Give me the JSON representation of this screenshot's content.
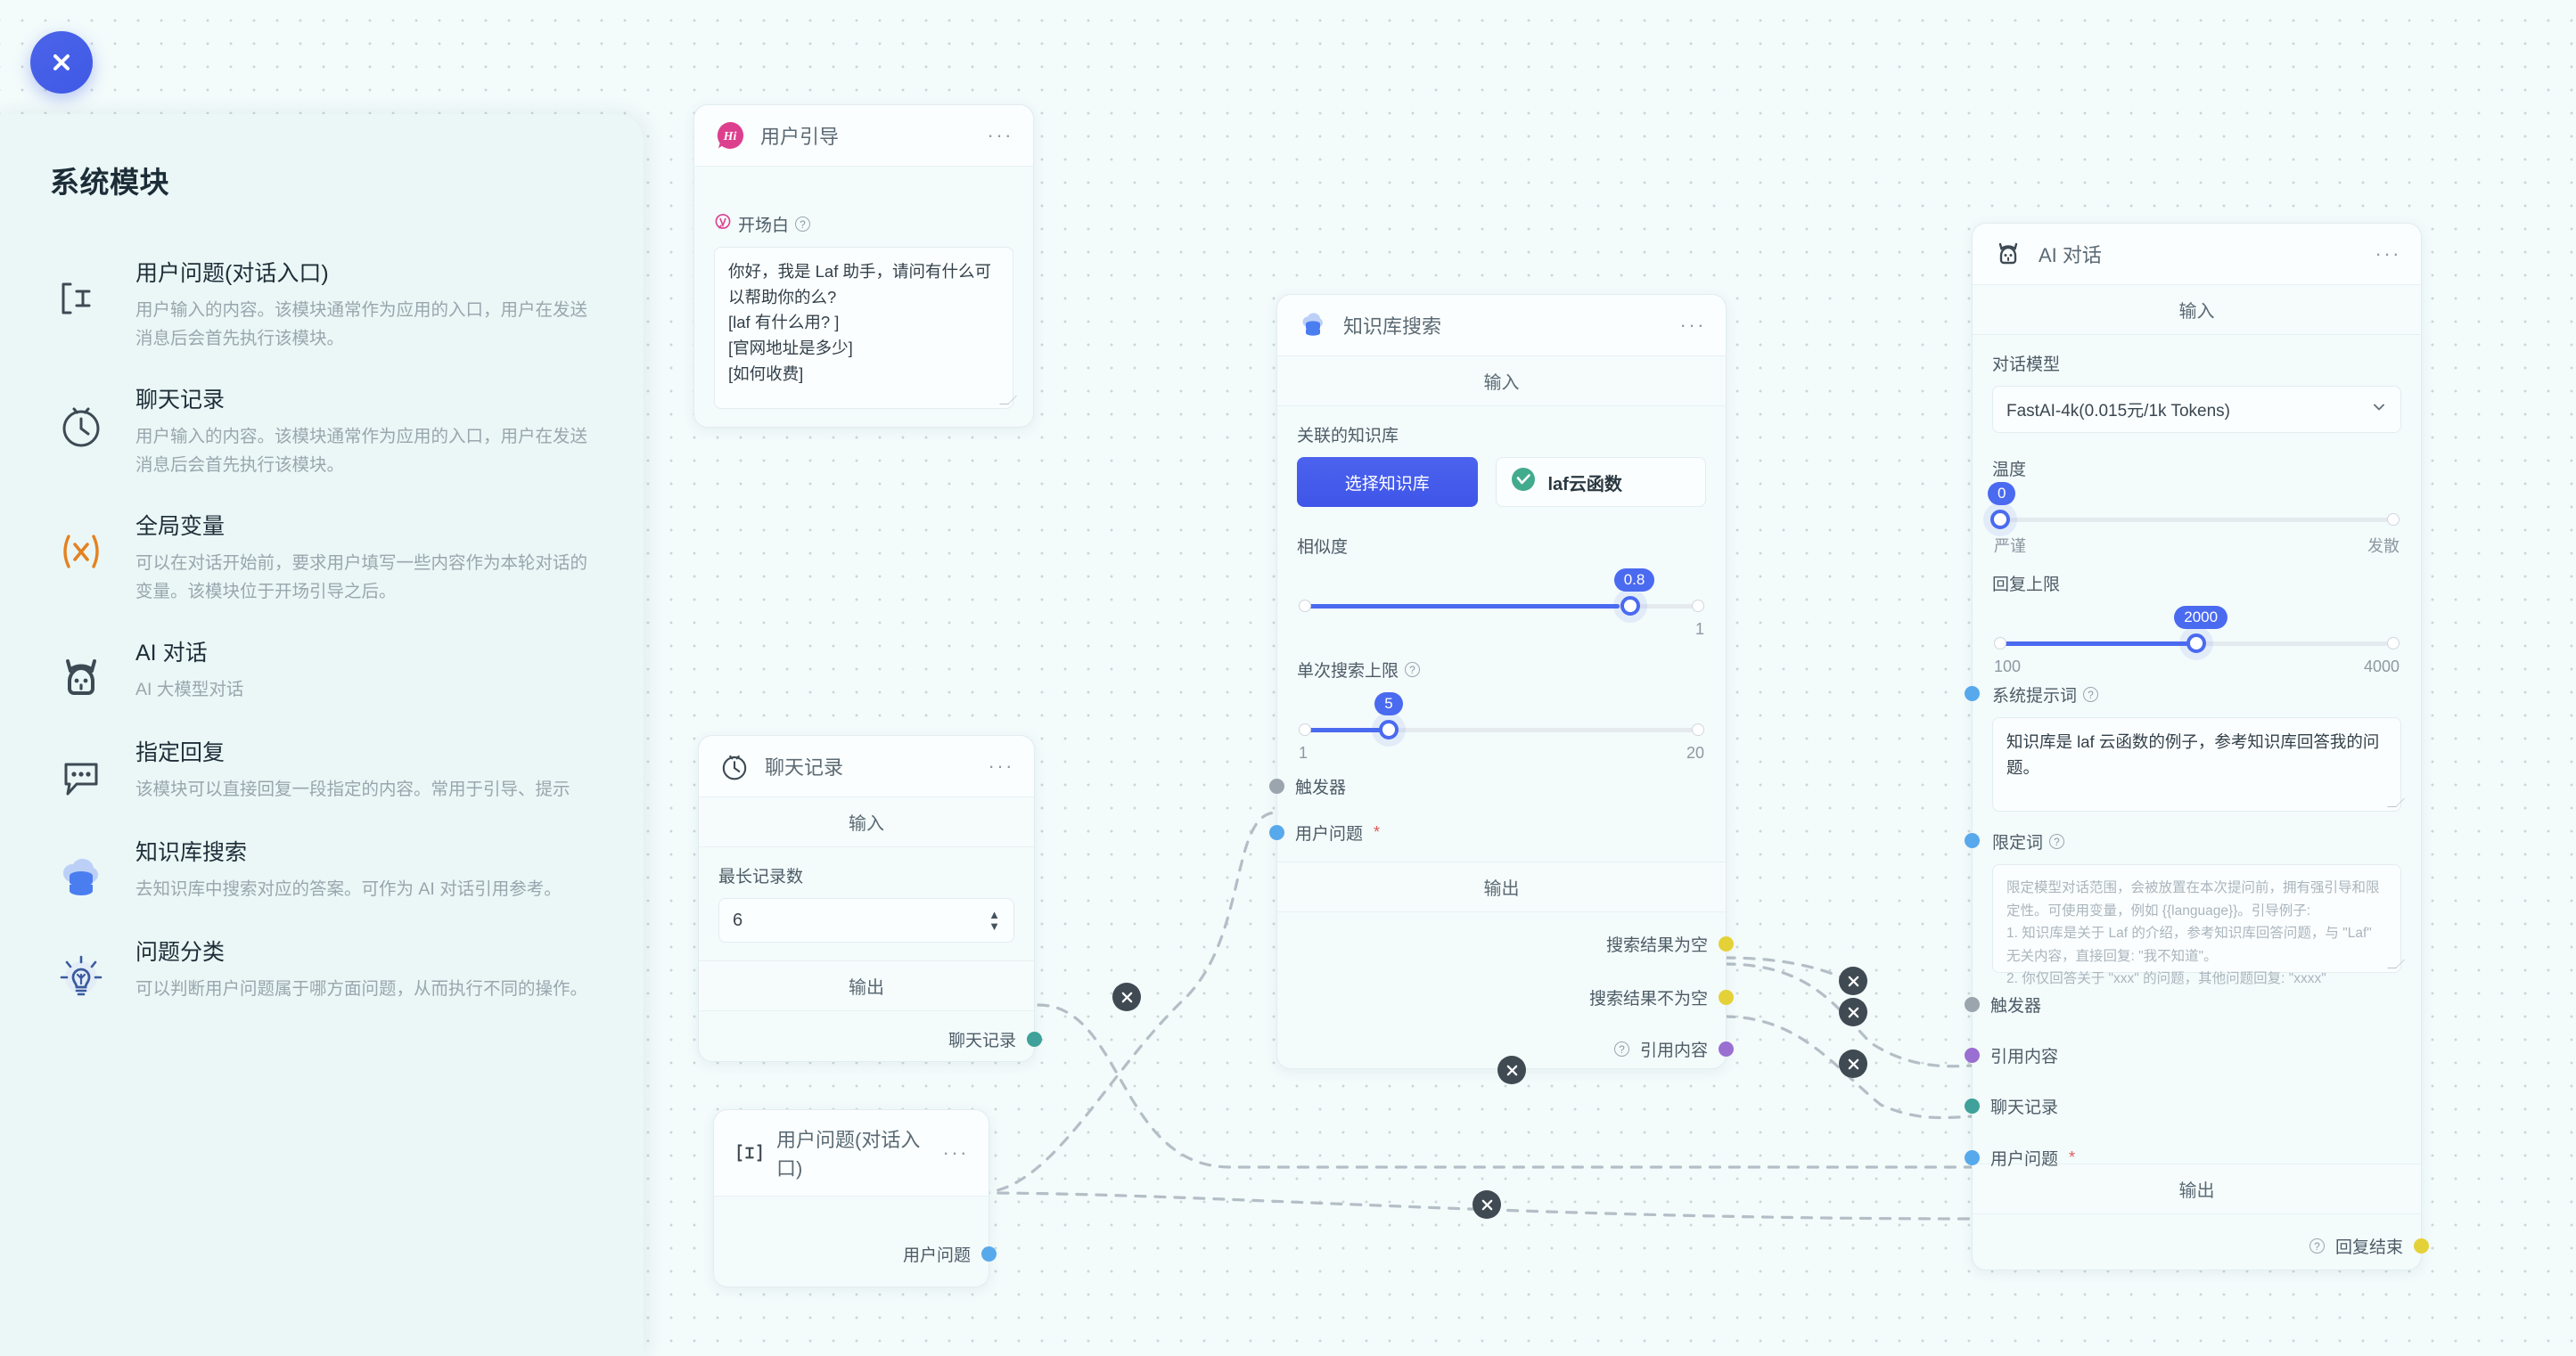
{
  "colors": {
    "accent": "#4a6af0",
    "canvas_bg": "#f3fbfb",
    "panel_bg": "#eaf7f6",
    "port_blue": "#58a9ec",
    "port_grey": "#9aa5ad",
    "port_yellow": "#e4d138",
    "port_purple": "#9a6fd1",
    "port_teal": "#3fa199"
  },
  "sidebar": {
    "title": "系统模块",
    "close_label": "关闭",
    "items": [
      {
        "icon": "text-input-icon",
        "name": "用户问题(对话入口)",
        "desc": "用户输入的内容。该模块通常作为应用的入口，用户在发送消息后会首先执行该模块。"
      },
      {
        "icon": "clock-history-icon",
        "name": "聊天记录",
        "desc": "用户输入的内容。该模块通常作为应用的入口，用户在发送消息后会首先执行该模块。"
      },
      {
        "icon": "variable-x-icon",
        "name": "全局变量",
        "desc": "可以在对话开始前，要求用户填写一些内容作为本轮对话的变量。该模块位于开场引导之后。"
      },
      {
        "icon": "robot-icon",
        "name": "AI 对话",
        "desc": "AI 大模型对话"
      },
      {
        "icon": "chat-bubble-icon",
        "name": "指定回复",
        "desc": "该模块可以直接回复一段指定的内容。常用于引导、提示"
      },
      {
        "icon": "database-cloud-icon",
        "name": "知识库搜索",
        "desc": "去知识库中搜索对应的答案。可作为 AI 对话引用参考。"
      },
      {
        "icon": "lightbulb-icon",
        "name": "问题分类",
        "desc": "可以判断用户问题属于哪方面问题，从而执行不同的操作。"
      }
    ]
  },
  "nodes": {
    "guide": {
      "icon": "hi-badge-icon",
      "title": "用户引导",
      "menu": "···",
      "field_label": "开场白",
      "field_value": "你好，我是 Laf 助手，请问有什么可以帮助你的么?\n[laf 有什么用? ]\n[官网地址是多少]\n[如何收费]"
    },
    "chat_history": {
      "icon": "clock-history-icon",
      "title": "聊天记录",
      "menu": "···",
      "input_section": "输入",
      "max_records_label": "最长记录数",
      "max_records_value": "6",
      "output_section": "输出",
      "output_port": "聊天记录"
    },
    "user_question": {
      "icon": "text-input-icon",
      "title": "用户问题(对话入口)",
      "menu": "···",
      "output_port": "用户问题"
    },
    "kb_search": {
      "icon": "database-cloud-icon",
      "title": "知识库搜索",
      "menu": "···",
      "input_section": "输入",
      "linked_kb_label": "关联的知识库",
      "select_kb_button": "选择知识库",
      "kb_chip": "laf云函数",
      "similarity_label": "相似度",
      "similarity_value": "0.8",
      "similarity_min": "",
      "similarity_max": "1",
      "topk_label": "单次搜索上限",
      "topk_value": "5",
      "topk_min": "1",
      "topk_max": "20",
      "in_ports": [
        {
          "name": "触发器",
          "color": "#9aa5ad",
          "required": false
        },
        {
          "name": "用户问题",
          "color": "#58a9ec",
          "required": true
        }
      ],
      "output_section": "输出",
      "out_ports": [
        {
          "name": "搜索结果为空",
          "color": "#e4d138",
          "help": false
        },
        {
          "name": "搜索结果不为空",
          "color": "#e4d138",
          "help": false
        },
        {
          "name": "引用内容",
          "color": "#9a6fd1",
          "help": true
        }
      ]
    },
    "ai_chat": {
      "icon": "robot-icon",
      "title": "AI 对话",
      "menu": "···",
      "input_section": "输入",
      "model_label": "对话模型",
      "model_value": "FastAI-4k(0.015元/1k Tokens)",
      "temperature_label": "温度",
      "temperature_value": "0",
      "temperature_min_label": "严谨",
      "temperature_max_label": "发散",
      "maxtokens_label": "回复上限",
      "maxtokens_value": "2000",
      "maxtokens_min": "100",
      "maxtokens_max": "4000",
      "system_prompt_label": "系统提示词",
      "system_prompt_value": "知识库是 laf 云函数的例子，参考知识库回答我的问题。",
      "limit_prompt_label": "限定词",
      "limit_prompt_placeholder": "限定模型对话范围，会被放置在本次提问前，拥有强引导和限定性。可使用变量，例如 {{language}}。引导例子:\n1. 知识库是关于 Laf 的介绍，参考知识库回答问题，与 \"Laf\" 无关内容，直接回复: \"我不知道\"。\n2. 你仅回答关于 \"xxx\" 的问题，其他问题回复: \"xxxx\"",
      "in_ports": [
        {
          "name": "触发器",
          "color": "#9aa5ad",
          "required": false
        },
        {
          "name": "引用内容",
          "color": "#9a6fd1",
          "required": false
        },
        {
          "name": "聊天记录",
          "color": "#3fa199",
          "required": false
        },
        {
          "name": "用户问题",
          "color": "#58a9ec",
          "required": true
        }
      ],
      "output_section": "输出",
      "out_ports": [
        {
          "name": "回复结束",
          "color": "#e4d138",
          "help": true
        }
      ]
    }
  },
  "edge_delete_label": "×"
}
